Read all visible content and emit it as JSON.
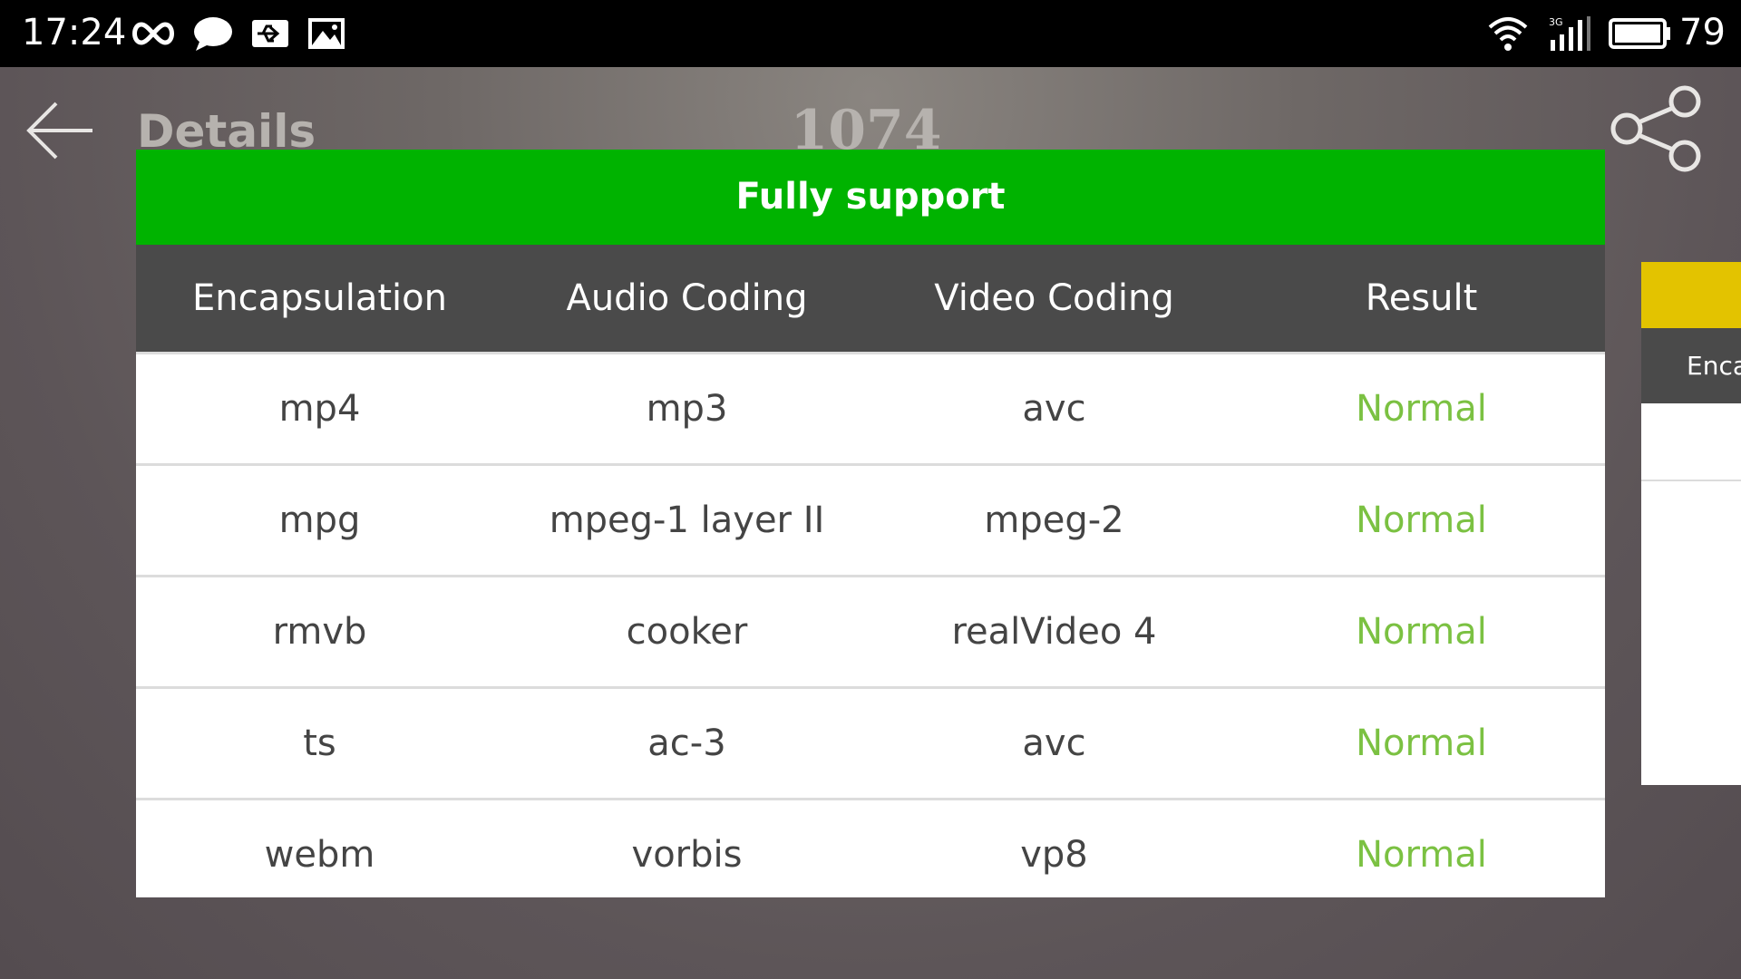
{
  "status_bar": {
    "time": "17:24",
    "battery_percent": "79",
    "icons": [
      "infinity-icon",
      "chat-bubble-icon",
      "usb-icon",
      "image-icon",
      "wifi-icon",
      "signal-3g-icon",
      "battery-icon"
    ]
  },
  "header": {
    "title": "Details",
    "score": "1074"
  },
  "card": {
    "banner": "Fully support",
    "banner_color": "#00b300",
    "columns": [
      "Encapsulation",
      "Audio Coding",
      "Video Coding",
      "Result"
    ],
    "rows": [
      {
        "encapsulation": "mp4",
        "audio": "mp3",
        "video": "avc",
        "result": "Normal"
      },
      {
        "encapsulation": "mpg",
        "audio": "mpeg-1 layer II",
        "video": "mpeg-2",
        "result": "Normal"
      },
      {
        "encapsulation": "rmvb",
        "audio": "cooker",
        "video": "realVideo 4",
        "result": "Normal"
      },
      {
        "encapsulation": "ts",
        "audio": "ac-3",
        "video": "avc",
        "result": "Normal"
      },
      {
        "encapsulation": "webm",
        "audio": "vorbis",
        "video": "vp8",
        "result": "Normal"
      }
    ],
    "result_color": "#7bc142"
  },
  "peek_card": {
    "banner_color": "#e3c300",
    "header_label": "Enca"
  }
}
